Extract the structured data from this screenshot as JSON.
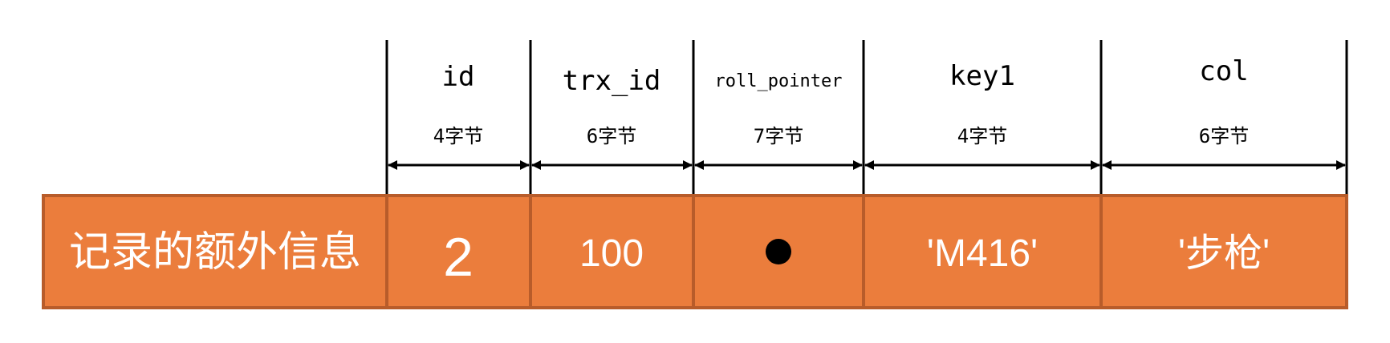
{
  "extra_info_label": "记录的额外信息",
  "columns": [
    {
      "name": "id",
      "size": "4字节",
      "value": "2"
    },
    {
      "name": "trx_id",
      "size": "6字节",
      "value": "100"
    },
    {
      "name": "roll_pointer",
      "size": "7字节",
      "value": "●"
    },
    {
      "name": "key1",
      "size": "4字节",
      "value": "'M416'"
    },
    {
      "name": "col",
      "size": "6字节",
      "value": "'步枪'"
    }
  ],
  "colors": {
    "cell_fill": "#eb7d3c",
    "cell_border": "#b85c2a",
    "text_on_cell": "#ffffff",
    "line": "#000000"
  }
}
